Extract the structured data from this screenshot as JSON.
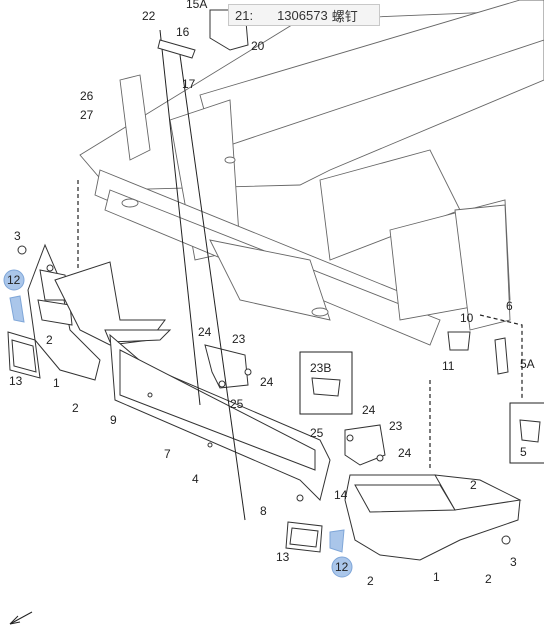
{
  "tooltip": {
    "prefix": "21:",
    "code": "1306573",
    "name": "螺钉"
  },
  "callouts": {
    "c1a": "1",
    "c1b": "1",
    "c2a": "2",
    "c2b": "2",
    "c2c": "2",
    "c2d": "2",
    "c2e": "2",
    "c3a": "3",
    "c3b": "3",
    "c4": "4",
    "c5": "5",
    "c5A": "5A",
    "c6": "6",
    "c7": "7",
    "c8": "8",
    "c9": "9",
    "c10": "10",
    "c11": "11",
    "c12a": "12",
    "c12b": "12",
    "c13a": "13",
    "c13b": "13",
    "c14": "14",
    "c15A": "15A",
    "c16": "16",
    "c17": "17",
    "c20": "20",
    "c22": "22",
    "c23a": "23",
    "c23b": "23",
    "c23B": "23B",
    "c24a": "24",
    "c24b": "24",
    "c24c": "24",
    "c24d": "24",
    "c25a": "25",
    "c25b": "25",
    "c26": "26",
    "c27": "27"
  },
  "highlight_color": "#aac6ea"
}
